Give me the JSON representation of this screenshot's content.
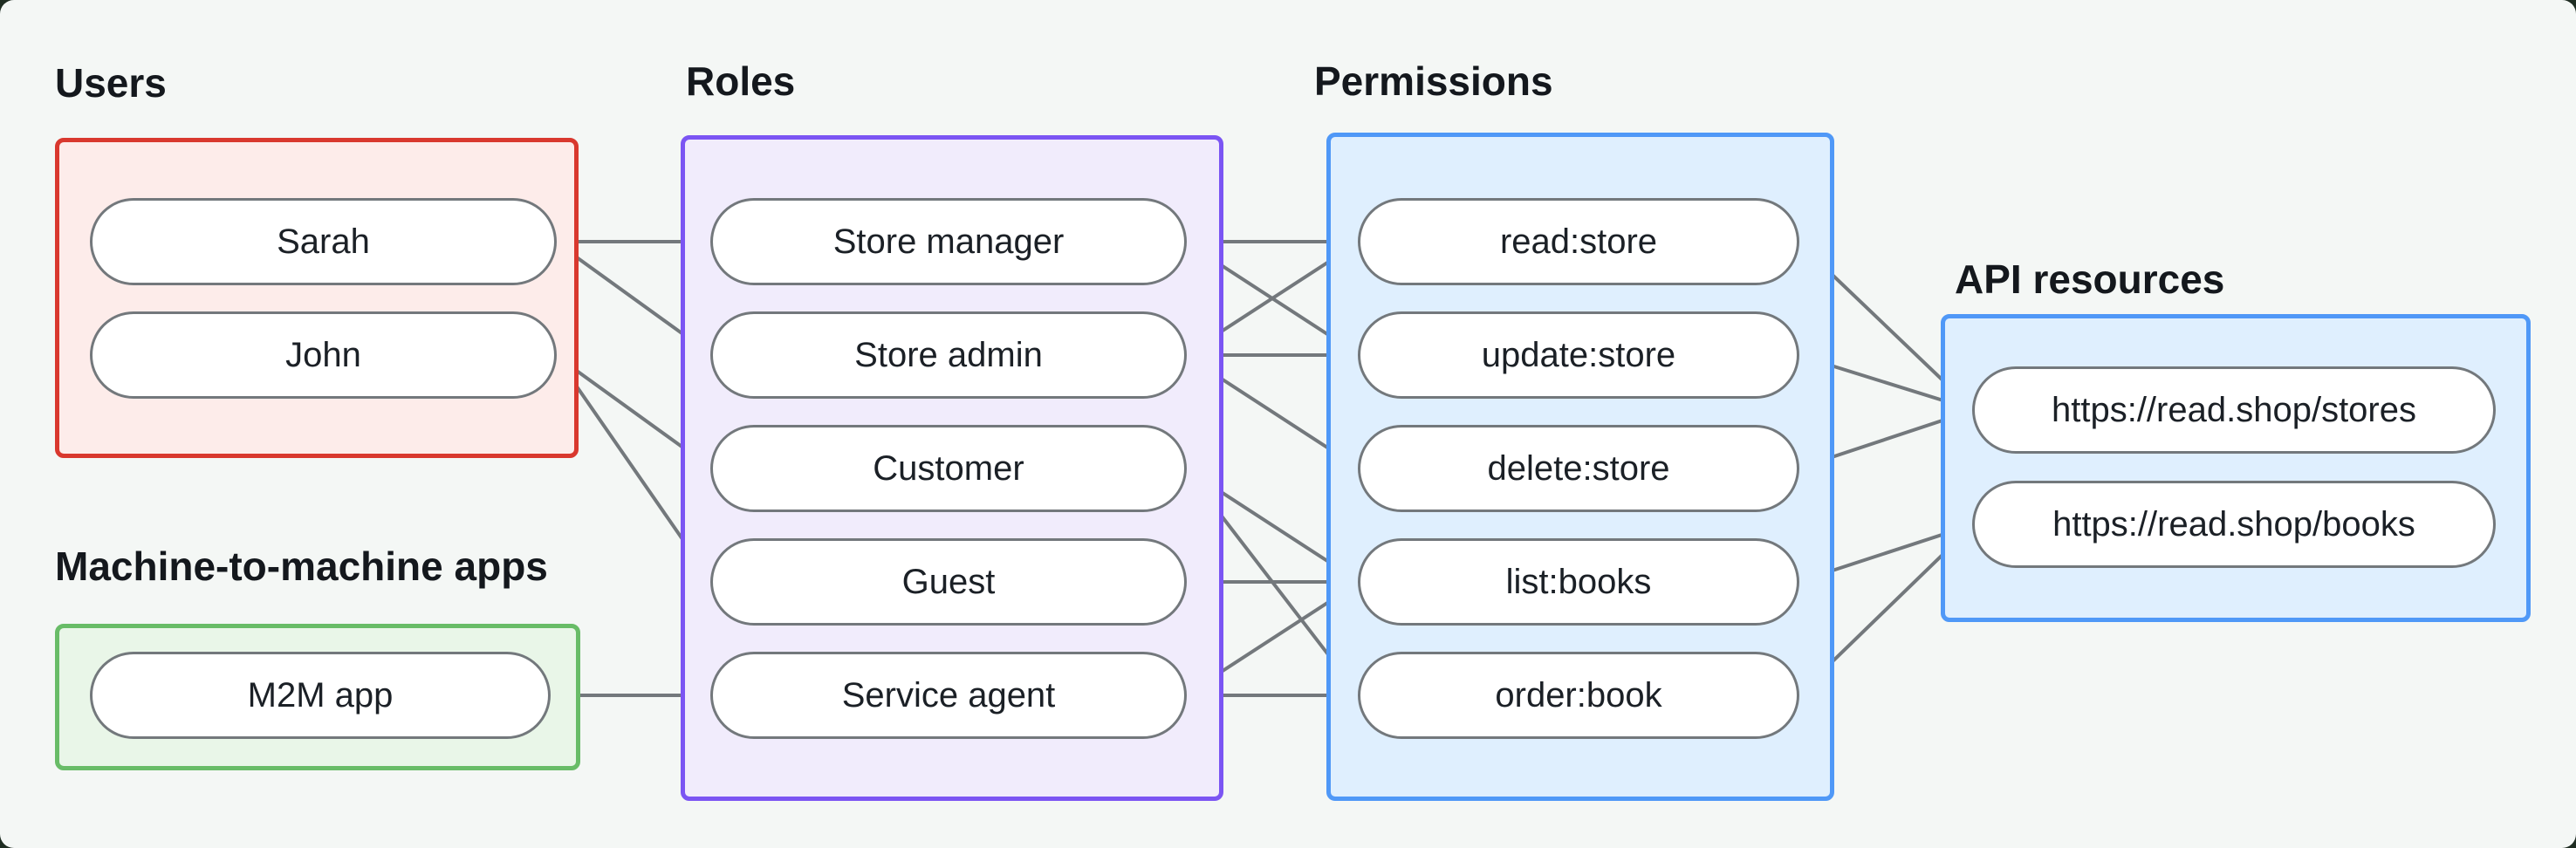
{
  "sections": {
    "users": {
      "label": "Users",
      "items": [
        {
          "id": "sarah",
          "label": "Sarah"
        },
        {
          "id": "john",
          "label": "John"
        }
      ]
    },
    "m2m": {
      "label": "Machine-to-machine apps",
      "items": [
        {
          "id": "m2m-app",
          "label": "M2M app"
        }
      ]
    },
    "roles": {
      "label": "Roles",
      "items": [
        {
          "id": "store-manager",
          "label": "Store manager"
        },
        {
          "id": "store-admin",
          "label": "Store admin"
        },
        {
          "id": "customer",
          "label": "Customer"
        },
        {
          "id": "guest",
          "label": "Guest"
        },
        {
          "id": "service-agent",
          "label": "Service agent"
        }
      ]
    },
    "permissions": {
      "label": "Permissions",
      "items": [
        {
          "id": "read-store",
          "label": "read:store"
        },
        {
          "id": "update-store",
          "label": "update:store"
        },
        {
          "id": "delete-store",
          "label": "delete:store"
        },
        {
          "id": "list-books",
          "label": "list:books"
        },
        {
          "id": "order-book",
          "label": "order:book"
        }
      ]
    },
    "api_resources": {
      "label": "API resources",
      "items": [
        {
          "id": "api-stores",
          "label": "https://read.shop/stores"
        },
        {
          "id": "api-books",
          "label": "https://read.shop/books"
        }
      ]
    }
  },
  "edges": [
    [
      "sarah",
      "store-manager"
    ],
    [
      "sarah",
      "store-admin"
    ],
    [
      "john",
      "customer"
    ],
    [
      "john",
      "guest"
    ],
    [
      "m2m-app",
      "service-agent"
    ],
    [
      "store-manager",
      "read-store"
    ],
    [
      "store-manager",
      "update-store"
    ],
    [
      "store-admin",
      "read-store"
    ],
    [
      "store-admin",
      "update-store"
    ],
    [
      "store-admin",
      "delete-store"
    ],
    [
      "customer",
      "list-books"
    ],
    [
      "customer",
      "order-book"
    ],
    [
      "guest",
      "list-books"
    ],
    [
      "service-agent",
      "list-books"
    ],
    [
      "service-agent",
      "order-book"
    ],
    [
      "read-store",
      "api-stores"
    ],
    [
      "update-store",
      "api-stores"
    ],
    [
      "delete-store",
      "api-stores"
    ],
    [
      "list-books",
      "api-books"
    ],
    [
      "order-book",
      "api-books"
    ]
  ],
  "colors": {
    "background": "#f4f7f5",
    "page-backdrop": "#1f2d22",
    "users-border": "#d9382e",
    "users-fill": "#fdecea",
    "m2m-border": "#68bc67",
    "m2m-fill": "#e9f6e8",
    "roles-border": "#7b55f3",
    "roles-fill": "#f1ecfc",
    "permissions-border": "#4f98f7",
    "permissions-fill": "#dfeffe",
    "api-border": "#4f98f7",
    "api-fill": "#dfeffe",
    "pill-border": "#73787c",
    "pill-fill": "#ffffff",
    "edge": "#73787c",
    "dot": "#6f7478"
  }
}
